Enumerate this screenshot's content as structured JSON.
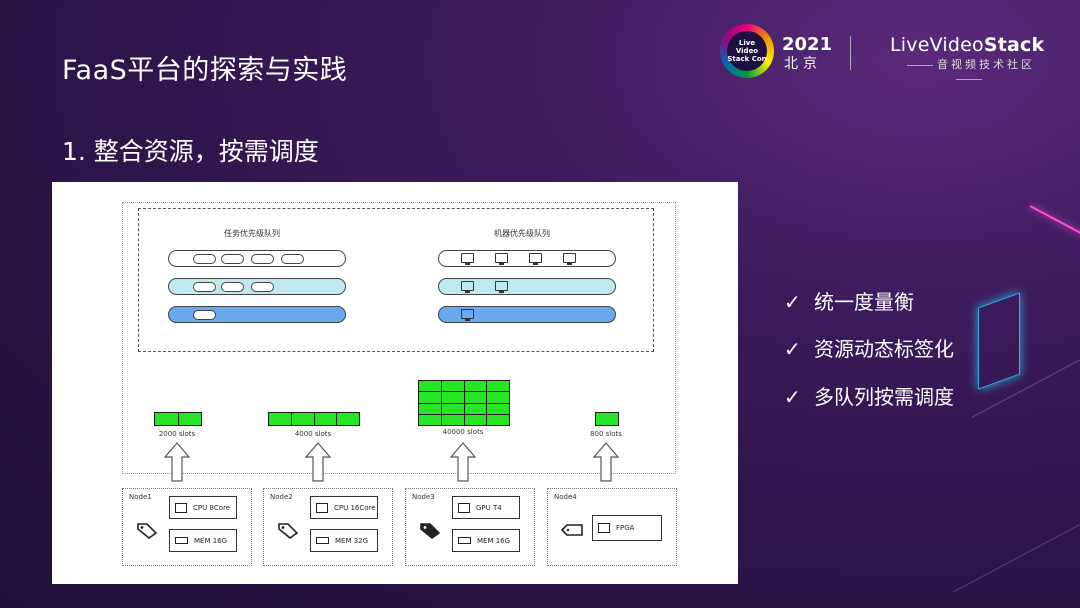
{
  "header": {
    "title": "FaaS平台的探索与实践",
    "subtitle": "1. 整合资源，按需调度"
  },
  "logo": {
    "line1": "Live Video",
    "line2": "Stack Con",
    "year": "2021",
    "city": "北京",
    "brand_prefix": "LiveVideo",
    "brand_bold": "Stack",
    "brand_sub": "音视频技术社区"
  },
  "diagram": {
    "task_queue_label": "任务优先级队列",
    "machine_queue_label": "机器优先级队列",
    "slots": [
      {
        "label": "2000 slots",
        "cols": 2,
        "rows": 1
      },
      {
        "label": "4000 slots",
        "cols": 4,
        "rows": 1
      },
      {
        "label": "40000 slots",
        "cols": 4,
        "rows": 4
      },
      {
        "label": "800 slots",
        "cols": 1,
        "rows": 1
      }
    ],
    "nodes": [
      {
        "name": "Node1",
        "res1": "CPU 8Core",
        "res2": "MEM 16G"
      },
      {
        "name": "Node2",
        "res1": "CPU 16Core",
        "res2": "MEM 32G"
      },
      {
        "name": "Node3",
        "res1": "GPU T4",
        "res2": "MEM 16G"
      },
      {
        "name": "Node4",
        "res1": "FPGA",
        "res2": ""
      }
    ]
  },
  "bullets": [
    {
      "check": "✓",
      "text": "统一度量衡"
    },
    {
      "check": "✓",
      "text": "资源动态标签化"
    },
    {
      "check": "✓",
      "text": "多队列按需调度"
    }
  ],
  "colors": {
    "slot_fill": "#26e626",
    "queue_light": "#bfe9ee",
    "queue_blue": "#6aa8ef",
    "neon_pink": "#ff4fd8"
  }
}
